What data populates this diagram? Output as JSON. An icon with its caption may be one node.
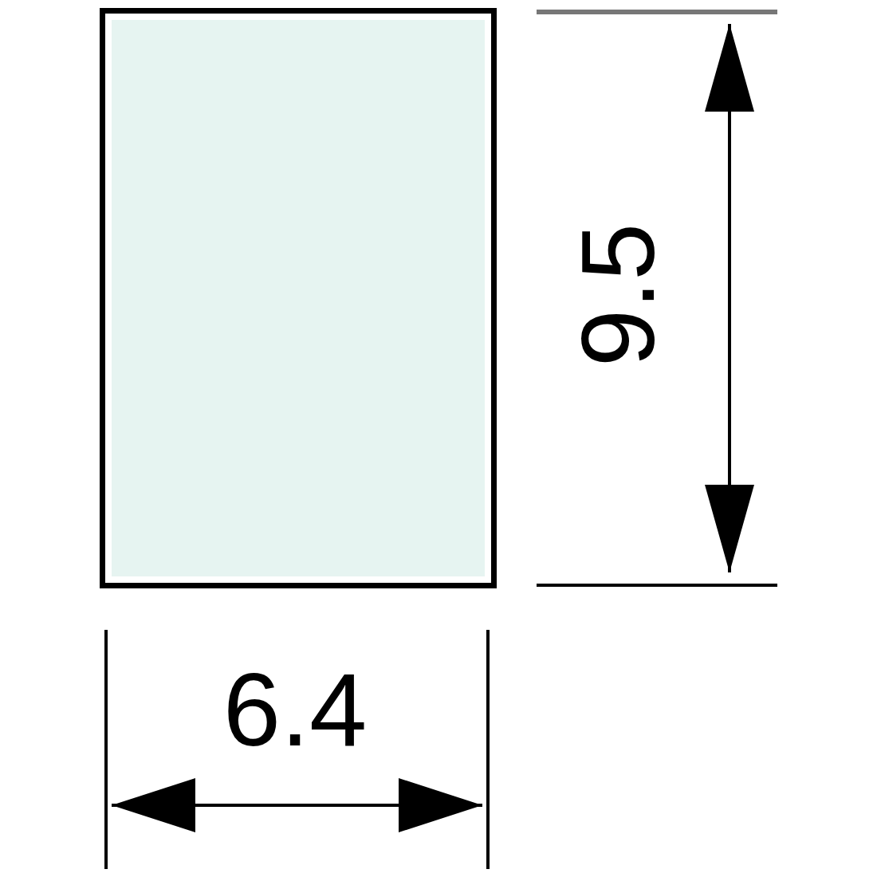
{
  "diagram": {
    "nodes": [
      {
        "text": [],
        "shape": "box"
      }
    ],
    "labels": [
      "9.5",
      "6.4"
    ]
  }
}
